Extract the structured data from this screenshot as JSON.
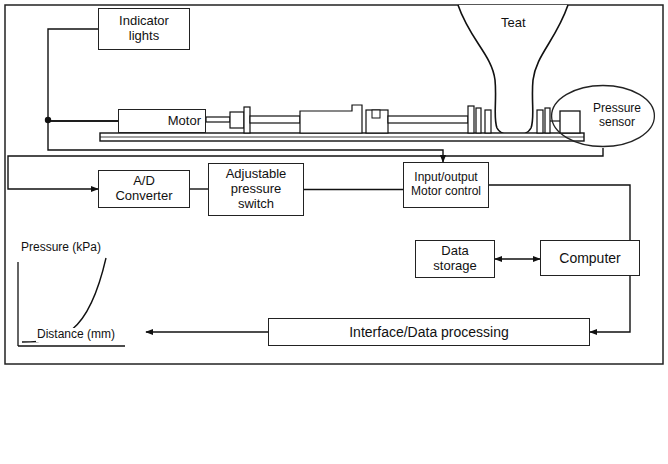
{
  "diagram": {
    "nodes": [
      {
        "text": [
          "Indicator lights"
        ]
      },
      {
        "text": [
          "Motor"
        ]
      },
      {
        "text": [
          "Pressure sensor"
        ]
      },
      {
        "text": [
          "A/D Converter"
        ]
      },
      {
        "text": [
          "Adjustable pressure switch"
        ]
      },
      {
        "text": [
          "Input/output Motor control"
        ]
      },
      {
        "text": [
          "Data storage"
        ]
      },
      {
        "text": [
          "Computer"
        ]
      },
      {
        "text": [
          "Interface/Data processing"
        ]
      }
    ],
    "edges": [
      {
        "from": 0,
        "to": 1,
        "arrow": "none"
      },
      {
        "from": 1,
        "to": 5,
        "arrow": "to"
      },
      {
        "from": 2,
        "to": 3,
        "arrow": "to"
      },
      {
        "from": 3,
        "to": 4,
        "arrow": "none"
      },
      {
        "from": 4,
        "to": 5,
        "arrow": "none"
      },
      {
        "from": 5,
        "to": 7,
        "arrow": "none"
      },
      {
        "from": 6,
        "to": 7,
        "arrow": "both"
      },
      {
        "from": 7,
        "to": 8,
        "arrow": "to"
      }
    ],
    "labels": [
      "Teat",
      "Pressure (kPa)",
      "Distance (mm)"
    ]
  }
}
